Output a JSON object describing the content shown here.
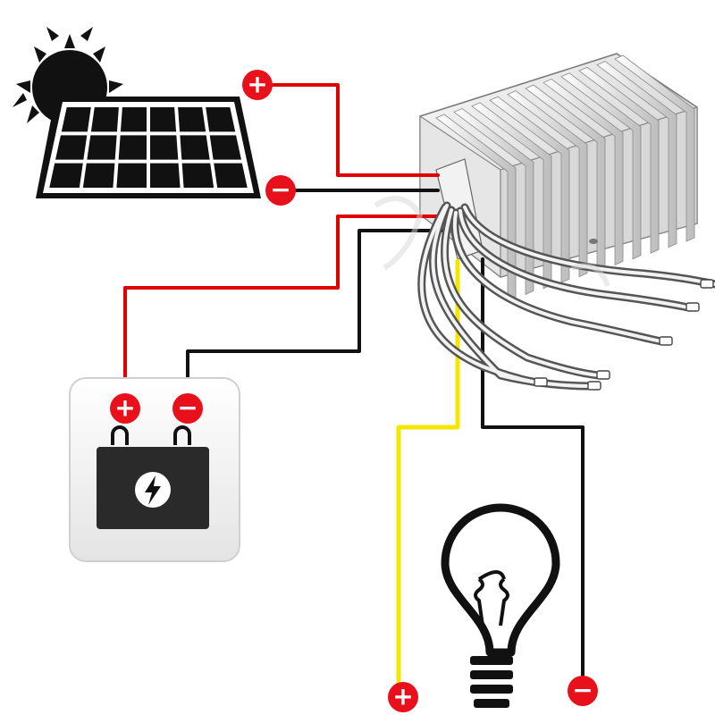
{
  "diagram": {
    "nodes": [
      {
        "id": "sun",
        "kind": "sun-icon"
      },
      {
        "id": "solar-panel",
        "kind": "solar-panel-icon"
      },
      {
        "id": "controller",
        "kind": "charge-controller-icon"
      },
      {
        "id": "battery",
        "kind": "battery-icon"
      },
      {
        "id": "lamp",
        "kind": "light-bulb-icon"
      }
    ],
    "terminals": [
      {
        "id": "panel-pos",
        "symbol": "+"
      },
      {
        "id": "panel-neg",
        "symbol": "−"
      },
      {
        "id": "battery-pos",
        "symbol": "+"
      },
      {
        "id": "battery-neg",
        "symbol": "−"
      },
      {
        "id": "load-pos",
        "symbol": "+"
      },
      {
        "id": "load-neg",
        "symbol": "−"
      }
    ],
    "wires": [
      {
        "from": "panel-pos",
        "to": "controller",
        "color": "#e00000"
      },
      {
        "from": "panel-neg",
        "to": "controller",
        "color": "#111111"
      },
      {
        "from": "controller",
        "to": "battery-pos",
        "color": "#e00000"
      },
      {
        "from": "controller",
        "to": "battery-neg",
        "color": "#111111"
      },
      {
        "from": "controller",
        "to": "load-pos",
        "color": "#f5e600"
      },
      {
        "from": "controller",
        "to": "load-neg",
        "color": "#111111"
      }
    ],
    "colors": {
      "positive": "#e00000",
      "negative": "#111111",
      "load": "#f5e600",
      "badge": "#e8101a",
      "battery_body": "#2a2a2a"
    },
    "icons": {
      "battery_symbol": "lightning-bolt-icon"
    }
  }
}
